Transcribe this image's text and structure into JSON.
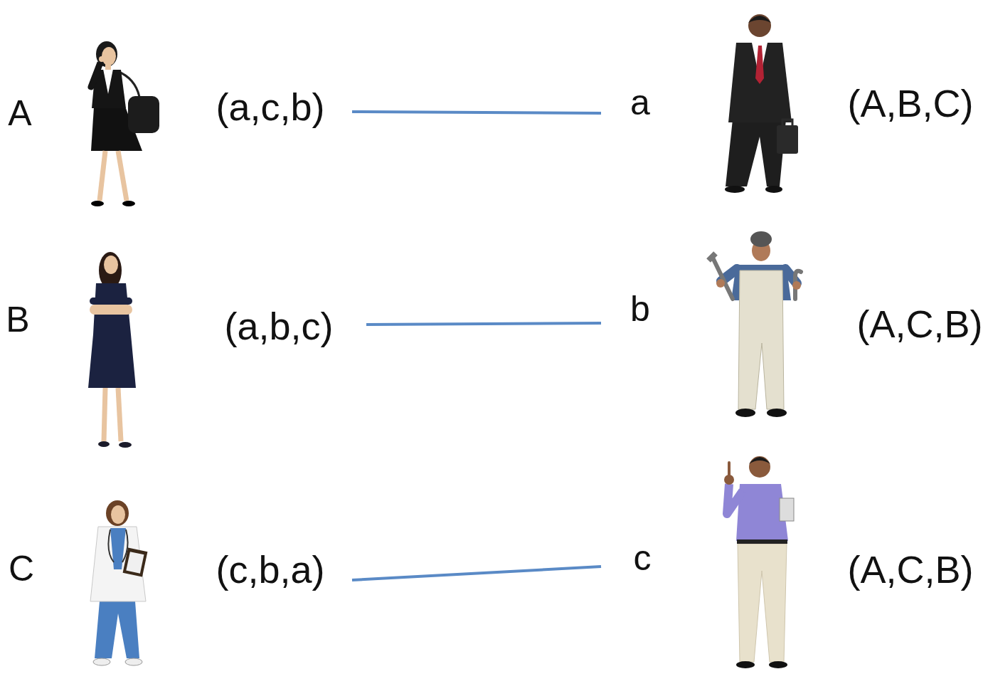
{
  "diagram": {
    "nodes": [
      {
        "text": [
          "A",
          "(a,c,b)"
        ]
      },
      {
        "text": [
          "B",
          "(a,b,c)"
        ]
      },
      {
        "text": [
          "C",
          "(c,b,a)"
        ]
      },
      {
        "text": [
          "a",
          "(A,B,C)"
        ]
      },
      {
        "text": [
          "b",
          "(A,C,B)"
        ]
      },
      {
        "text": [
          "c",
          "(A,C,B)"
        ]
      }
    ],
    "edges": [
      {
        "from": 0,
        "to": 3,
        "arrow": "none"
      },
      {
        "from": 1,
        "to": 4,
        "arrow": "none"
      },
      {
        "from": 2,
        "to": 5,
        "arrow": "none"
      }
    ]
  }
}
